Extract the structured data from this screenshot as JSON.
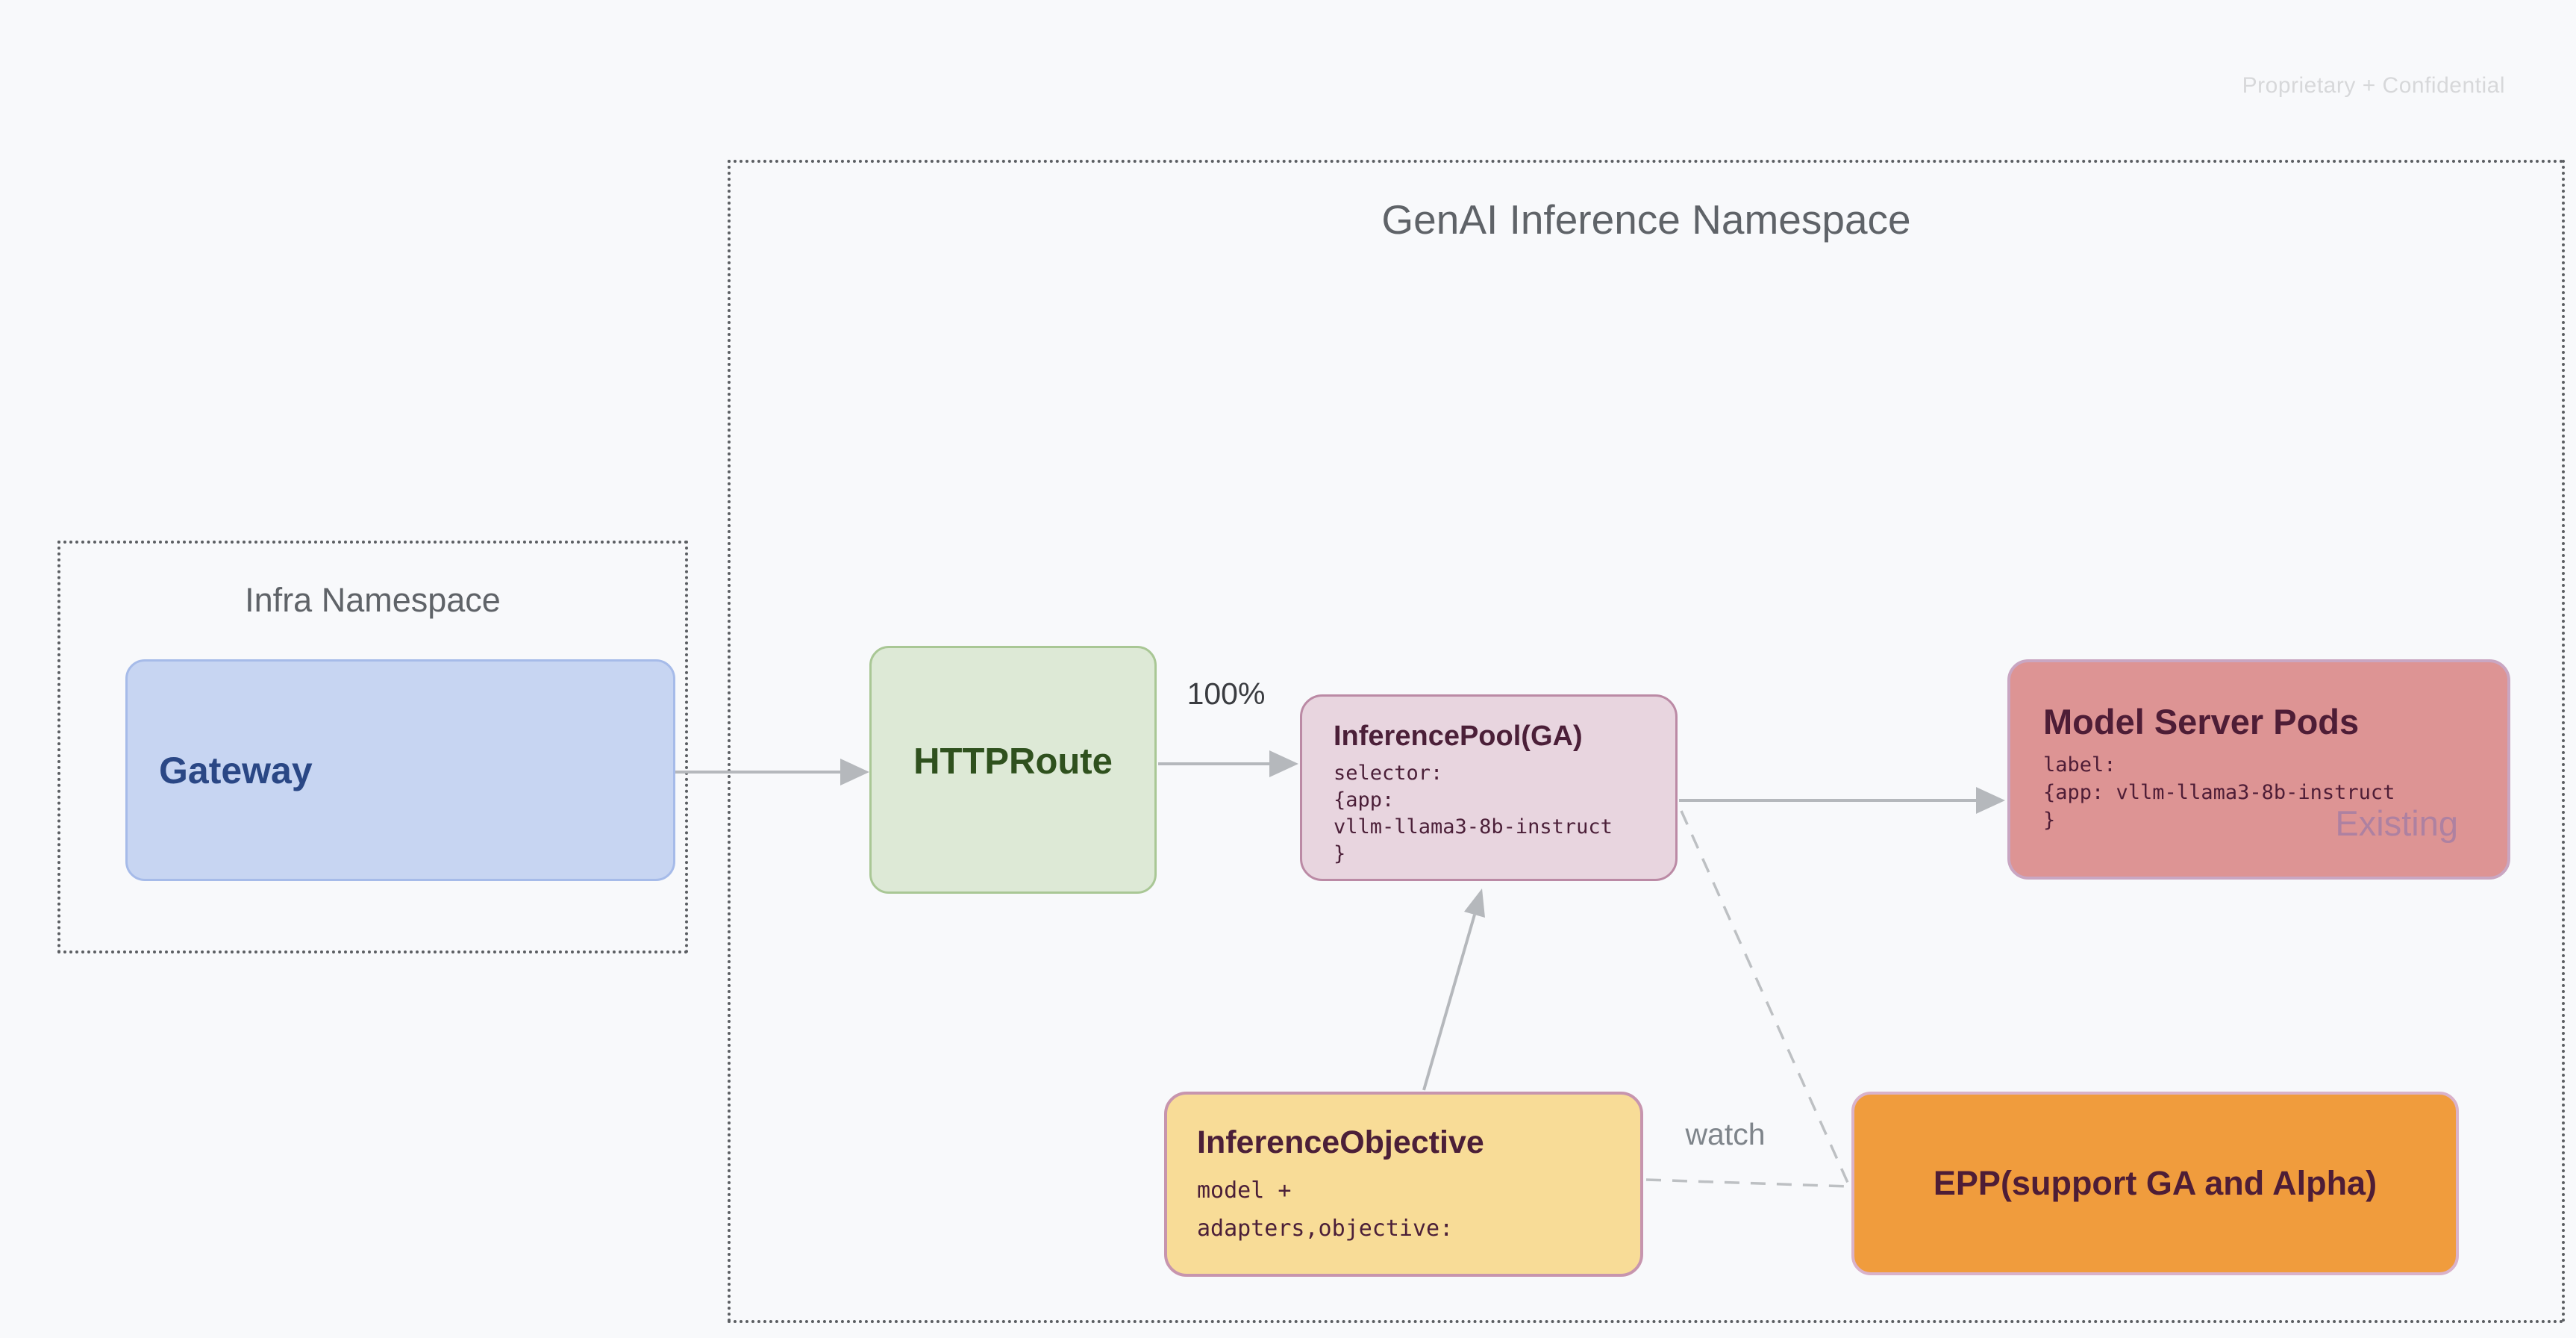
{
  "watermark": "Proprietary + Confidential",
  "genai_namespace": {
    "title": "GenAI Inference Namespace"
  },
  "infra_namespace": {
    "title": "Infra Namespace"
  },
  "nodes": {
    "gateway": {
      "label": "Gateway"
    },
    "httproute": {
      "label": "HTTPRoute"
    },
    "inference_pool": {
      "title": "InferencePool(GA)",
      "code_lines": [
        "selector:",
        "{app:",
        "vllm-llama3-8b-instruct",
        "}"
      ]
    },
    "model_server_pods": {
      "title": "Model Server Pods",
      "code_lines": [
        "label:",
        "{app: vllm-llama3-8b-instruct",
        "}"
      ],
      "status_tag": "Existing"
    },
    "inference_objective": {
      "title": "InferenceObjective",
      "code_lines": [
        "model +",
        "adapters,objective:"
      ]
    },
    "epp": {
      "label": "EPP(support GA and Alpha)"
    }
  },
  "edge_labels": {
    "route_weight": "100%",
    "watch": "watch"
  },
  "colors": {
    "background": "#f8f9fb",
    "gateway_fill": "#c7d5f2",
    "gateway_border": "#a6bbe9",
    "gateway_text": "#2a4785",
    "httproute_fill": "#dde9d6",
    "httproute_border": "#a9c795",
    "httproute_text": "#2f511e",
    "pool_fill": "#e8d5df",
    "pool_border": "#bb8aa5",
    "pods_fill": "#dd9494",
    "pods_border": "#c9a6c2",
    "objective_fill": "#f8dc97",
    "objective_border": "#c795ae",
    "epp_fill": "#f09c3d",
    "epp_border": "#d9b2ca",
    "dark_text": "#4b1f38",
    "connector_gray": "#b5b8bc",
    "namespace_text": "#5f6368"
  }
}
